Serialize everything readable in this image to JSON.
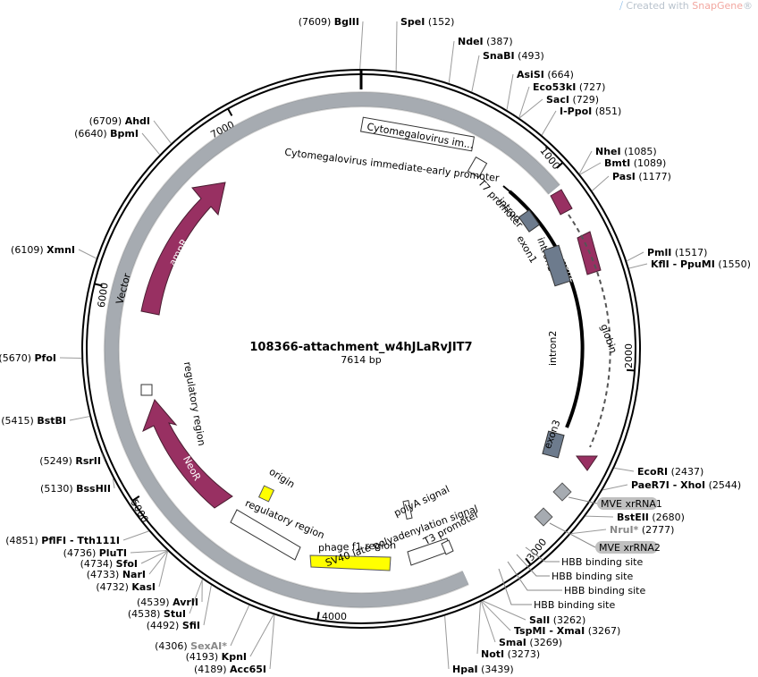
{
  "watermark": {
    "prefix": "Created with ",
    "brand": "SnapGene",
    "suffix": "®",
    "logo_icon": "snapgene-logo-icon"
  },
  "map": {
    "title": "108366-attachment_w4hJLaRvJIT7",
    "length_label": "7614 bp",
    "length_bp": 7614,
    "tick_labels": [
      {
        "bp": 1000,
        "text": "1000"
      },
      {
        "bp": 2000,
        "text": "2000"
      },
      {
        "bp": 3000,
        "text": "3000"
      },
      {
        "bp": 4000,
        "text": "4000"
      },
      {
        "bp": 5000,
        "text": "5000"
      },
      {
        "bp": 6000,
        "text": "6000"
      },
      {
        "bp": 7000,
        "text": "7000"
      }
    ],
    "colors": {
      "gray": "#a6abb1",
      "maroon": "#983062",
      "slate": "#6d7b8d",
      "yellow": "#ffff00",
      "label_box": "#c0c0c0",
      "dashed": "#555555"
    }
  },
  "enzymes": [
    {
      "name": "BglII",
      "pos": "(7609)",
      "bp": 7609
    },
    {
      "name": "SpeI",
      "pos": "(152)",
      "bp": 152
    },
    {
      "name": "NdeI",
      "pos": "(387)",
      "bp": 387
    },
    {
      "name": "SnaBI",
      "pos": "(493)",
      "bp": 493
    },
    {
      "name": "AsiSI",
      "pos": "(664)",
      "bp": 664
    },
    {
      "name": "Eco53kI",
      "pos": "(727)",
      "bp": 727
    },
    {
      "name": "SacI",
      "pos": "(729)",
      "bp": 729
    },
    {
      "name": "I-PpoI",
      "pos": "(851)",
      "bp": 851
    },
    {
      "name": "NheI",
      "pos": "(1085)",
      "bp": 1085
    },
    {
      "name": "BmtI",
      "pos": "(1089)",
      "bp": 1089
    },
    {
      "name": "PasI",
      "pos": "(1177)",
      "bp": 1177
    },
    {
      "name": "PmlI",
      "pos": "(1517)",
      "bp": 1517
    },
    {
      "name": "KflI - PpuMI",
      "pos": "(1550)",
      "bp": 1550
    },
    {
      "name": "EcoRI",
      "pos": "(2437)",
      "bp": 2437
    },
    {
      "name": "PaeR7I - XhoI",
      "pos": "(2544)",
      "bp": 2544
    },
    {
      "name": "BstEII",
      "pos": "(2680)",
      "bp": 2680
    },
    {
      "name": "NruI*",
      "pos": "(2777)",
      "bp": 2777,
      "gray": true
    },
    {
      "name": "SalI",
      "pos": "(3262)",
      "bp": 3262
    },
    {
      "name": "TspMI - XmaI",
      "pos": "(3267)",
      "bp": 3267
    },
    {
      "name": "SmaI",
      "pos": "(3269)",
      "bp": 3269
    },
    {
      "name": "NotI",
      "pos": "(3273)",
      "bp": 3273
    },
    {
      "name": "HpaI",
      "pos": "(3439)",
      "bp": 3439
    },
    {
      "name": "Acc65I",
      "pos": "(4189)",
      "bp": 4189
    },
    {
      "name": "KpnI",
      "pos": "(4193)",
      "bp": 4193
    },
    {
      "name": "SexAI*",
      "pos": "(4306)",
      "bp": 4306,
      "gray": true
    },
    {
      "name": "SfiI",
      "pos": "(4492)",
      "bp": 4492
    },
    {
      "name": "StuI",
      "pos": "(4538)",
      "bp": 4538
    },
    {
      "name": "AvrII",
      "pos": "(4539)",
      "bp": 4539
    },
    {
      "name": "KasI",
      "pos": "(4732)",
      "bp": 4732
    },
    {
      "name": "NarI",
      "pos": "(4733)",
      "bp": 4733
    },
    {
      "name": "SfoI",
      "pos": "(4734)",
      "bp": 4734
    },
    {
      "name": "PluTI",
      "pos": "(4736)",
      "bp": 4736
    },
    {
      "name": "PflFI - Tth111I",
      "pos": "(4851)",
      "bp": 4851
    },
    {
      "name": "BssHII",
      "pos": "(5130)",
      "bp": 5130
    },
    {
      "name": "RsrII",
      "pos": "(5249)",
      "bp": 5249
    },
    {
      "name": "BstBI",
      "pos": "(5415)",
      "bp": 5415
    },
    {
      "name": "PfoI",
      "pos": "(5670)",
      "bp": 5670
    },
    {
      "name": "XmnI",
      "pos": "(6109)",
      "bp": 6109
    },
    {
      "name": "BpmI",
      "pos": "(6640)",
      "bp": 6640
    },
    {
      "name": "AhdI",
      "pos": "(6709)",
      "bp": 6709
    }
  ],
  "features": {
    "vector": "Vector",
    "ampR": "ampR",
    "neoR": "NeoR",
    "exon1": "exon1",
    "intron1": "intron1",
    "exon2": "exon2",
    "intron2": "intron2",
    "exon3": "exon3",
    "globin": "globin",
    "intron": "intron",
    "t7_promoter": "T7 promoter",
    "cmv_box": "Cytomegalovirus im...",
    "cmv_promoter": "Cytomegalovirus immediate-early promoter",
    "regulatory_region_left": "regulatory region",
    "regulatory_region_bottom": "regulatory region",
    "origin": "origin",
    "phage_f1": "phage f1 region",
    "polya_signal": "polyA signal",
    "sv40_polya": "SV40 late polyadenylation signal",
    "t3_promoter": "T3 promoter",
    "mve1": "MVE xrRNA1",
    "mve2": "MVE xrRNA2",
    "hbb1": "HBB binding site",
    "hbb2": "HBB binding site",
    "hbb3": "HBB binding site",
    "hbb4": "HBB binding site"
  }
}
